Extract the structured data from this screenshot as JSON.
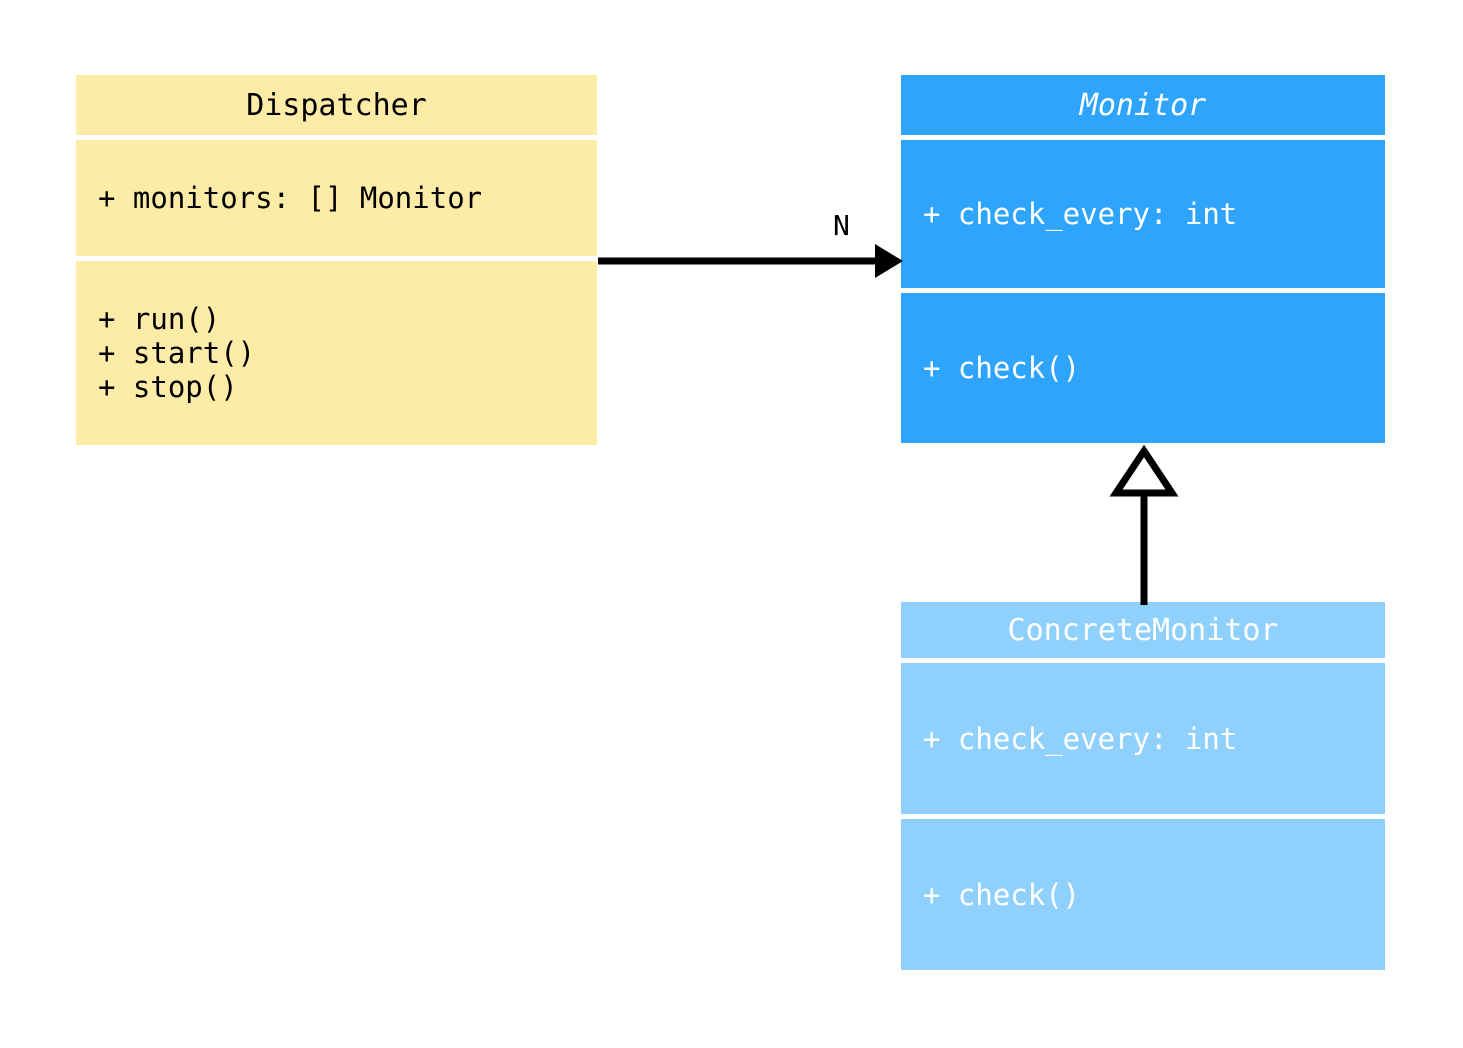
{
  "diagram": {
    "type": "uml-class-diagram",
    "background": "#ffffff"
  },
  "classes": [
    {
      "id": "dispatcher",
      "name": "Dispatcher",
      "abstract": false,
      "fill": "#fdeba8",
      "text_color": "#000000",
      "attributes": [
        "+ monitors: [] Monitor"
      ],
      "methods": [
        "+ run()",
        "+ start()",
        "+ stop()"
      ]
    },
    {
      "id": "monitor",
      "name": "Monitor",
      "abstract": true,
      "fill": "#2fa4fd",
      "text_color": "#ffffff",
      "attributes": [
        "+ check_every: int"
      ],
      "methods": [
        "+ check()"
      ]
    },
    {
      "id": "concrete_monitor",
      "name": "ConcreteMonitor",
      "abstract": false,
      "fill": "#8fd0fd",
      "text_color": "#ffffff",
      "attributes": [
        "+ check_every: int"
      ],
      "methods": [
        "+ check()"
      ]
    }
  ],
  "relationships": [
    {
      "id": "dispatcher-to-monitor",
      "kind": "association",
      "from": "Dispatcher",
      "to": "Monitor",
      "label": "N",
      "arrow": "filled-triangle",
      "line": "solid",
      "color": "#000000"
    },
    {
      "id": "concrete-to-monitor",
      "kind": "generalization",
      "from": "ConcreteMonitor",
      "to": "Monitor",
      "label": "",
      "arrow": "hollow-triangle",
      "line": "solid",
      "color": "#000000"
    }
  ],
  "dispatcher": {
    "title": "Dispatcher",
    "attr_block": "+ monitors: [] Monitor",
    "method_block": "+ run()\n+ start()\n+ stop()"
  },
  "monitor": {
    "title": "Monitor",
    "attr_block": "+ check_every: int",
    "method_block": "+ check()"
  },
  "concrete_monitor": {
    "title": "ConcreteMonitor",
    "attr_block": "+ check_every: int",
    "method_block": "+ check()"
  },
  "edges": {
    "association_label": "N"
  }
}
